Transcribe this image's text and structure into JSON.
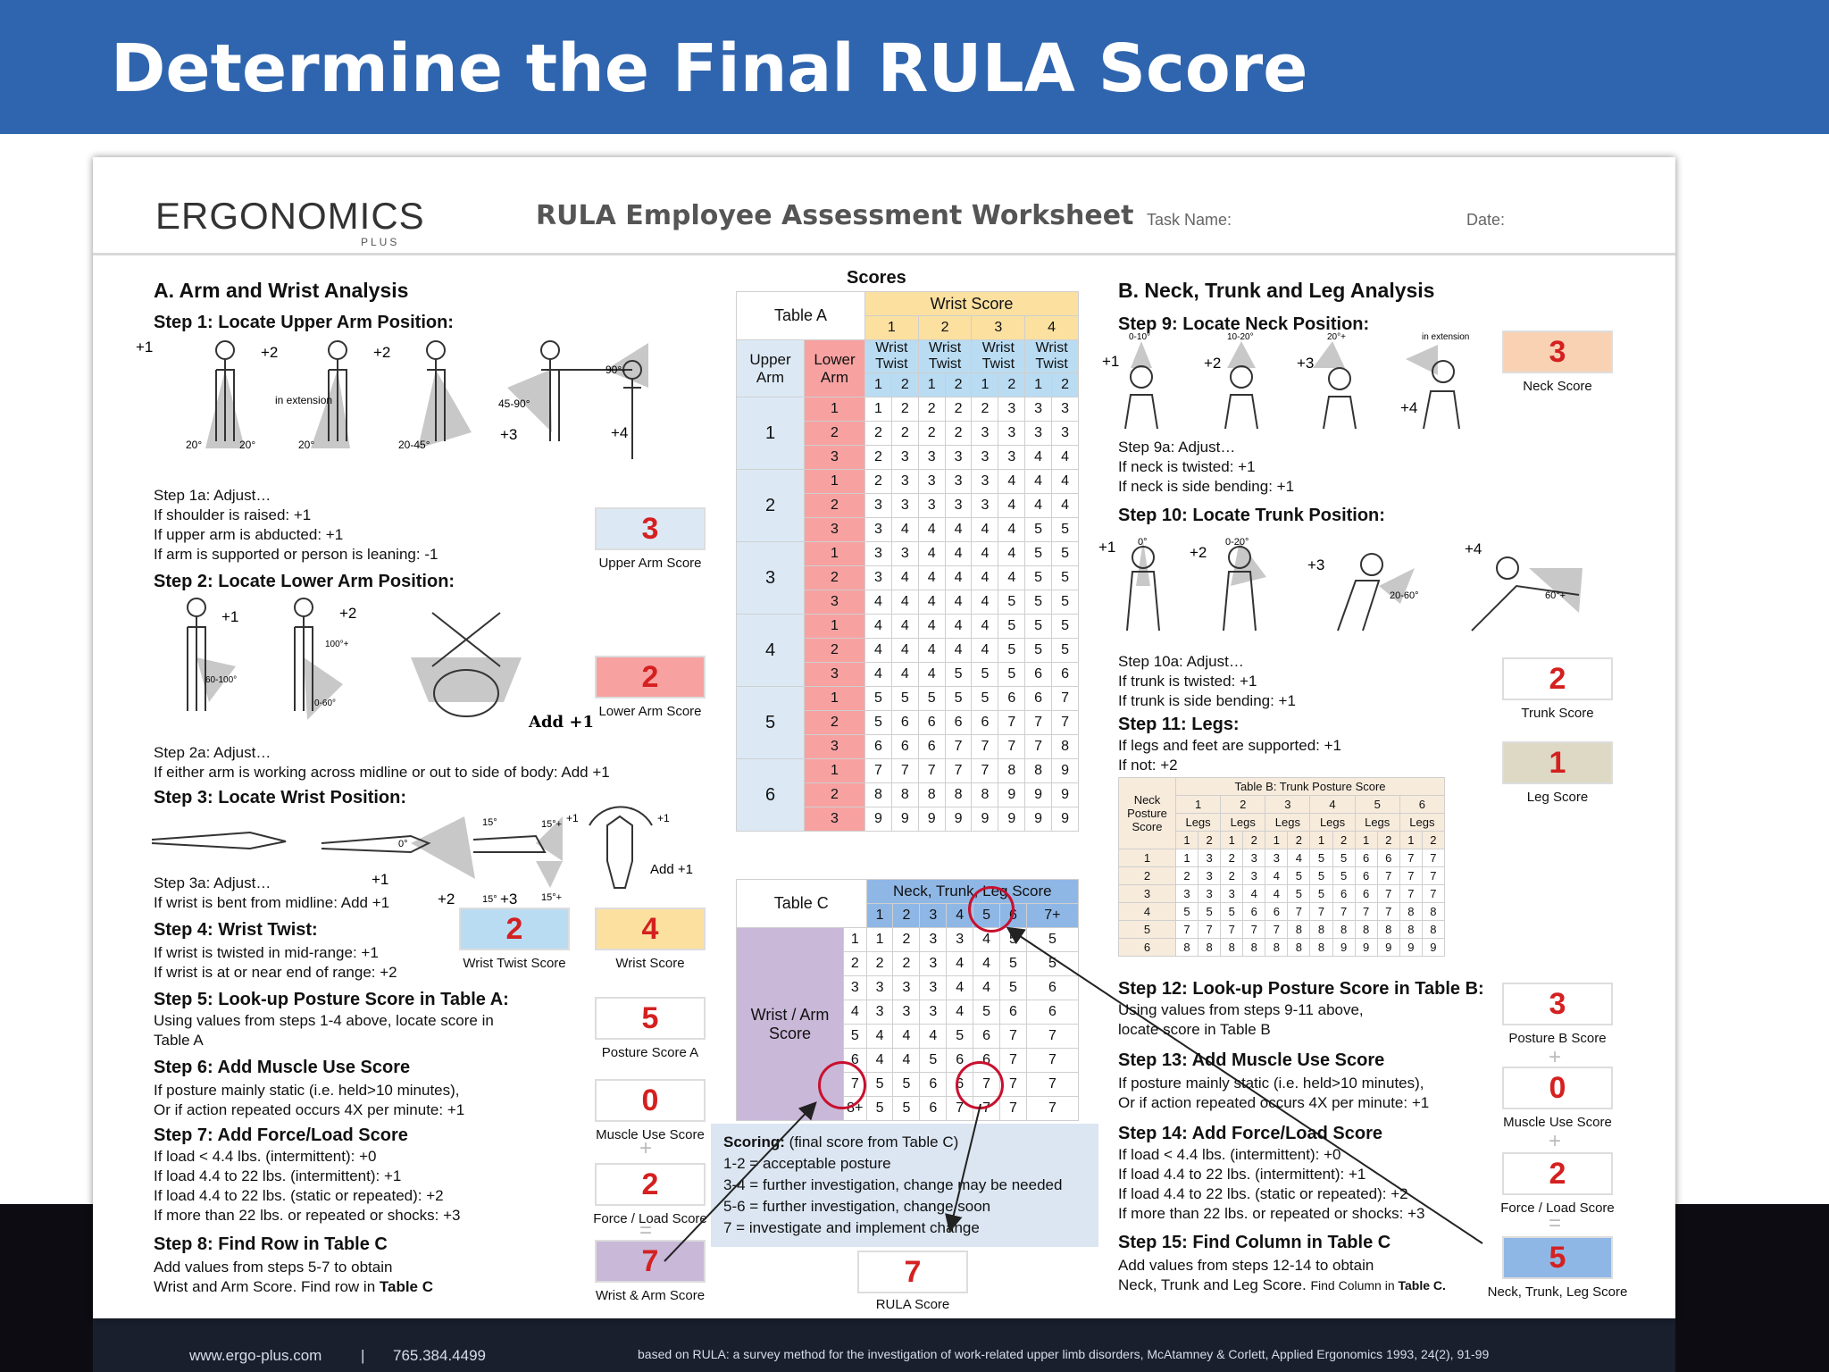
{
  "slide_title": "Determine the Final RULA Score",
  "header": {
    "logo": "ERGONOMICS",
    "logo_sub": "PLUS",
    "title": "RULA Employee Assessment Worksheet",
    "task_label": "Task Name:",
    "date_label": "Date:"
  },
  "scores_label": "Scores",
  "sectionA": {
    "title": "A. Arm and Wrist Analysis",
    "step1": "Step 1: Locate Upper Arm Position:",
    "step1_marks": [
      "+1",
      "+2",
      "+2",
      "+3",
      "+4"
    ],
    "step1_angles": [
      "20°",
      "20°",
      "20°",
      "20-45°",
      "45-90°",
      "90°-",
      "in extension"
    ],
    "step1a": [
      "Step 1a: Adjust…",
      "If shoulder is raised: +1",
      "If upper arm is abducted: +1",
      "If arm is supported or person is leaning: -1"
    ],
    "step2": "Step 2: Locate Lower Arm Position:",
    "step2_marks": [
      "+1",
      "+2",
      "Add +1"
    ],
    "step2_angles": [
      "60-100°",
      "100°+",
      "0-60°"
    ],
    "step2a": [
      "Step 2a: Adjust…",
      "If either arm is working across midline or out to side of body: Add +1"
    ],
    "step3": "Step 3: Locate Wrist Position:",
    "step3_marks": [
      "+1",
      "+2",
      "+3",
      "+1",
      "+1",
      "Add +1"
    ],
    "step3_angles": [
      "0°",
      "15°",
      "15°",
      "15°+",
      "15°+"
    ],
    "step3a": [
      "Step 3a: Adjust…",
      "If wrist is bent from midline: Add +1"
    ],
    "step4": "Step 4: Wrist Twist:",
    "step4_lines": [
      "If wrist is twisted in mid-range: +1",
      "If wrist is at or near end of range: +2"
    ],
    "step5": "Step 5: Look-up Posture Score in Table A:",
    "step5_lines": [
      "Using values from steps 1-4 above, locate score in",
      "Table A"
    ],
    "step6": "Step 6: Add Muscle Use Score",
    "step6_lines": [
      "If posture mainly static (i.e. held>10 minutes),",
      "Or if action repeated occurs 4X per minute: +1"
    ],
    "step7": "Step 7: Add Force/Load Score",
    "step7_lines": [
      "If load < 4.4 lbs. (intermittent): +0",
      "If load 4.4 to 22 lbs. (intermittent): +1",
      "If load 4.4 to 22 lbs. (static or repeated): +2",
      "If more than 22 lbs. or repeated or shocks: +3"
    ],
    "step8": "Step 8: Find Row in Table C",
    "step8_lines": [
      "Add values from steps 5-7 to obtain",
      "Wrist and Arm Score. Find row in "
    ],
    "step8_bold": "Table C",
    "scores": {
      "upper_arm": {
        "value": "3",
        "label": "Upper Arm Score",
        "color": "#dce9f5"
      },
      "lower_arm": {
        "value": "2",
        "label": "Lower Arm Score",
        "color": "#f7a1a1"
      },
      "wrist_twist": {
        "value": "2",
        "label": "Wrist Twist Score",
        "color": "#b9dcf3"
      },
      "wrist": {
        "value": "4",
        "label": "Wrist Score",
        "color": "#fbe0a0"
      },
      "posture_a": {
        "value": "5",
        "label": "Posture Score A",
        "color": "#ffffff"
      },
      "muscle": {
        "value": "0",
        "label": "Muscle Use Score",
        "color": "#ffffff"
      },
      "force": {
        "value": "2",
        "label": "Force / Load Score",
        "color": "#ffffff"
      },
      "wrist_arm": {
        "value": "7",
        "label": "Wrist & Arm Score",
        "color": "#c9b8d8"
      }
    }
  },
  "sectionB": {
    "title": "B. Neck, Trunk and Leg Analysis",
    "step9": "Step 9: Locate Neck Position:",
    "step9_marks": [
      "+1",
      "+2",
      "+3",
      "+4"
    ],
    "step9_angles": [
      "0-10°",
      "10-20°",
      "20°+",
      "in extension"
    ],
    "step9a": [
      "Step 9a: Adjust…",
      "If neck is twisted: +1",
      "If neck is side bending: +1"
    ],
    "step10": "Step 10: Locate Trunk Position:",
    "step10_marks": [
      "+1",
      "+2",
      "+3",
      "+4"
    ],
    "step10_angles": [
      "0°",
      "0-20°",
      "20-60°",
      "60°+"
    ],
    "step10a": [
      "Step 10a: Adjust…",
      "If trunk is twisted: +1",
      "If trunk is side bending: +1"
    ],
    "step11": "Step 11: Legs:",
    "step11_lines": [
      "If legs and feet are supported: +1",
      "If not: +2"
    ],
    "step12": "Step 12: Look-up Posture Score in Table B:",
    "step12_lines": [
      "Using values from steps 9-11 above,",
      "locate score in Table B"
    ],
    "step13": "Step 13: Add Muscle Use Score",
    "step13_lines": [
      "If posture mainly static (i.e. held>10 minutes),",
      "Or if action repeated occurs 4X per minute: +1"
    ],
    "step14": "Step 14: Add Force/Load Score",
    "step14_lines": [
      "If load < 4.4 lbs. (intermittent): +0",
      "If load 4.4 to 22 lbs. (intermittent): +1",
      "If load 4.4 to 22 lbs. (static or repeated): +2",
      "If more than 22 lbs. or repeated or shocks: +3"
    ],
    "step15": "Step 15: Find Column in Table C",
    "step15_lines": [
      "Add values from steps 12-14 to obtain",
      "Neck, Trunk and Leg Score. "
    ],
    "step15_small": "Find Column in ",
    "step15_bold": "Table C.",
    "scores": {
      "neck": {
        "value": "3",
        "label": "Neck Score",
        "color": "#f9d2b4"
      },
      "trunk": {
        "value": "2",
        "label": "Trunk Score",
        "color": "#ffffff"
      },
      "leg": {
        "value": "1",
        "label": "Leg Score",
        "color": "#ddd9c4"
      },
      "posture_b": {
        "value": "3",
        "label": "Posture B Score",
        "color": "#ffffff"
      },
      "muscle": {
        "value": "0",
        "label": "Muscle Use Score",
        "color": "#ffffff"
      },
      "force": {
        "value": "2",
        "label": "Force / Load Score",
        "color": "#ffffff"
      },
      "ntl": {
        "value": "5",
        "label": "Neck, Trunk, Leg Score",
        "color": "#8fb7e6"
      }
    }
  },
  "tableA": {
    "label": "Table A",
    "wrist_score": "Wrist Score",
    "wrist_cols": [
      "1",
      "2",
      "3",
      "4"
    ],
    "upper_arm": "Upper Arm",
    "lower_arm": "Lower Arm",
    "wrist_twist": "Wrist Twist",
    "twist_cols": [
      "1",
      "2",
      "1",
      "2",
      "1",
      "2",
      "1",
      "2"
    ],
    "rows": [
      {
        "u": "1",
        "l": "1",
        "v": [
          1,
          2,
          2,
          2,
          2,
          3,
          3,
          3
        ]
      },
      {
        "u": "",
        "l": "2",
        "v": [
          2,
          2,
          2,
          2,
          3,
          3,
          3,
          3
        ]
      },
      {
        "u": "",
        "l": "3",
        "v": [
          2,
          3,
          3,
          3,
          3,
          3,
          4,
          4
        ]
      },
      {
        "u": "2",
        "l": "1",
        "v": [
          2,
          3,
          3,
          3,
          3,
          4,
          4,
          4
        ]
      },
      {
        "u": "",
        "l": "2",
        "v": [
          3,
          3,
          3,
          3,
          3,
          4,
          4,
          4
        ]
      },
      {
        "u": "",
        "l": "3",
        "v": [
          3,
          4,
          4,
          4,
          4,
          4,
          5,
          5
        ]
      },
      {
        "u": "3",
        "l": "1",
        "v": [
          3,
          3,
          4,
          4,
          4,
          4,
          5,
          5
        ]
      },
      {
        "u": "",
        "l": "2",
        "v": [
          3,
          4,
          4,
          4,
          4,
          4,
          5,
          5
        ]
      },
      {
        "u": "",
        "l": "3",
        "v": [
          4,
          4,
          4,
          4,
          4,
          5,
          5,
          5
        ]
      },
      {
        "u": "4",
        "l": "1",
        "v": [
          4,
          4,
          4,
          4,
          4,
          5,
          5,
          5
        ]
      },
      {
        "u": "",
        "l": "2",
        "v": [
          4,
          4,
          4,
          4,
          4,
          5,
          5,
          5
        ]
      },
      {
        "u": "",
        "l": "3",
        "v": [
          4,
          4,
          4,
          5,
          5,
          5,
          6,
          6
        ]
      },
      {
        "u": "5",
        "l": "1",
        "v": [
          5,
          5,
          5,
          5,
          5,
          6,
          6,
          7
        ]
      },
      {
        "u": "",
        "l": "2",
        "v": [
          5,
          6,
          6,
          6,
          6,
          7,
          7,
          7
        ]
      },
      {
        "u": "",
        "l": "3",
        "v": [
          6,
          6,
          6,
          7,
          7,
          7,
          7,
          8
        ]
      },
      {
        "u": "6",
        "l": "1",
        "v": [
          7,
          7,
          7,
          7,
          7,
          8,
          8,
          9
        ]
      },
      {
        "u": "",
        "l": "2",
        "v": [
          8,
          8,
          8,
          8,
          8,
          9,
          9,
          9
        ]
      },
      {
        "u": "",
        "l": "3",
        "v": [
          9,
          9,
          9,
          9,
          9,
          9,
          9,
          9
        ]
      }
    ]
  },
  "tableC": {
    "label": "Table C",
    "col_header": "Neck, Trunk, Leg Score",
    "cols": [
      "1",
      "2",
      "3",
      "4",
      "5",
      "6",
      "7+"
    ],
    "row_label": "Wrist / Arm Score",
    "rows": [
      {
        "r": "1",
        "v": [
          1,
          2,
          3,
          3,
          4,
          5,
          5
        ]
      },
      {
        "r": "2",
        "v": [
          2,
          2,
          3,
          4,
          4,
          5,
          5
        ]
      },
      {
        "r": "3",
        "v": [
          3,
          3,
          3,
          4,
          4,
          5,
          6
        ]
      },
      {
        "r": "4",
        "v": [
          3,
          3,
          3,
          4,
          5,
          6,
          6
        ]
      },
      {
        "r": "5",
        "v": [
          4,
          4,
          4,
          5,
          6,
          7,
          7
        ]
      },
      {
        "r": "6",
        "v": [
          4,
          4,
          5,
          6,
          6,
          7,
          7
        ]
      },
      {
        "r": "7",
        "v": [
          5,
          5,
          6,
          6,
          7,
          7,
          7
        ]
      },
      {
        "r": "8+",
        "v": [
          5,
          5,
          6,
          7,
          7,
          7,
          7
        ]
      }
    ]
  },
  "tableB": {
    "title": "Table B: Trunk Posture Score",
    "neck_label": "Neck Posture Score",
    "cols": [
      "1",
      "2",
      "3",
      "4",
      "5",
      "6"
    ],
    "legs": "Legs",
    "leg_cols": [
      "1",
      "2",
      "1",
      "2",
      "1",
      "2",
      "1",
      "2",
      "1",
      "2",
      "1",
      "2"
    ],
    "rows": [
      {
        "r": "1",
        "v": [
          1,
          3,
          2,
          3,
          3,
          4,
          5,
          5,
          6,
          6,
          7,
          7
        ]
      },
      {
        "r": "2",
        "v": [
          2,
          3,
          2,
          3,
          4,
          5,
          5,
          5,
          6,
          7,
          7,
          7
        ]
      },
      {
        "r": "3",
        "v": [
          3,
          3,
          3,
          4,
          4,
          5,
          5,
          6,
          6,
          7,
          7,
          7
        ]
      },
      {
        "r": "4",
        "v": [
          5,
          5,
          5,
          6,
          6,
          7,
          7,
          7,
          7,
          7,
          8,
          8
        ]
      },
      {
        "r": "5",
        "v": [
          7,
          7,
          7,
          7,
          7,
          8,
          8,
          8,
          8,
          8,
          8,
          8
        ]
      },
      {
        "r": "6",
        "v": [
          8,
          8,
          8,
          8,
          8,
          8,
          8,
          9,
          9,
          9,
          9,
          9
        ]
      }
    ]
  },
  "scoring": {
    "title": "Scoring:",
    "title_rest": " (final score from Table C)",
    "lines": [
      "1-2 = acceptable posture",
      "3-4 = further investigation, change may be needed",
      "5-6 = further investigation, change soon",
      "7 = investigate and implement change"
    ]
  },
  "rula": {
    "value": "7",
    "label": "RULA Score"
  },
  "footer": {
    "website": "www.ergo-plus.com",
    "sep": "|",
    "phone": "765.384.4499",
    "citation": "based on RULA: a survey method for the investigation of work-related upper limb disorders, McAtamney & Corlett, Applied Ergonomics 1993, 24(2), 91-99"
  },
  "operators": {
    "plus": "+",
    "equals": "="
  }
}
